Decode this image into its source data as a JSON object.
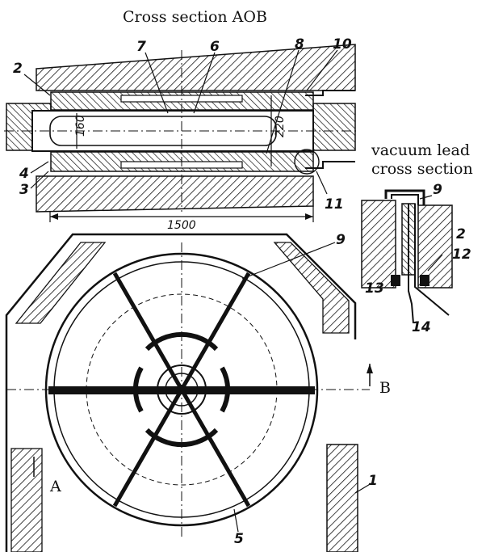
{
  "title": "Cross section AOB",
  "inset_title_line1": "vacuum lead",
  "inset_title_line2": "cross section",
  "dimensions": {
    "length": "1500",
    "d_small": "160",
    "d_large": "220"
  },
  "section_marks": {
    "a": "A",
    "b": "B"
  },
  "part_labels": {
    "p1": "1",
    "p2": "2",
    "p3": "3",
    "p4": "4",
    "p5": "5",
    "p6": "6",
    "p7": "7",
    "p8": "8",
    "p9": "9",
    "p10": "10",
    "p11": "11",
    "p12": "12",
    "p13": "13",
    "p14": "14"
  },
  "colors": {
    "ink": "#111111",
    "paper": "#ffffff"
  }
}
